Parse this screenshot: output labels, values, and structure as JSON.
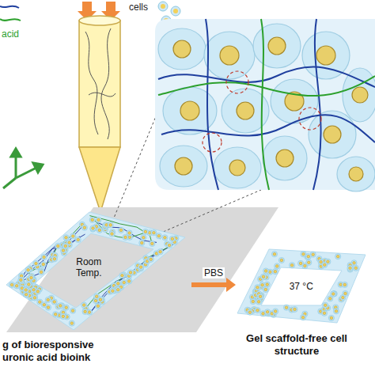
{
  "diagram": {
    "nodes": [
      {
        "text": [
          "Room Temp."
        ]
      },
      {
        "text": [
          "37 °C"
        ]
      }
    ],
    "edges": [
      {
        "from": 0,
        "to": 1,
        "arrow": "to",
        "label": "PBS"
      }
    ],
    "labels": [
      "acid",
      "cells",
      "g of bioresponsive uronic acid bioink",
      "Gel scaffold-free cell structure"
    ]
  }
}
